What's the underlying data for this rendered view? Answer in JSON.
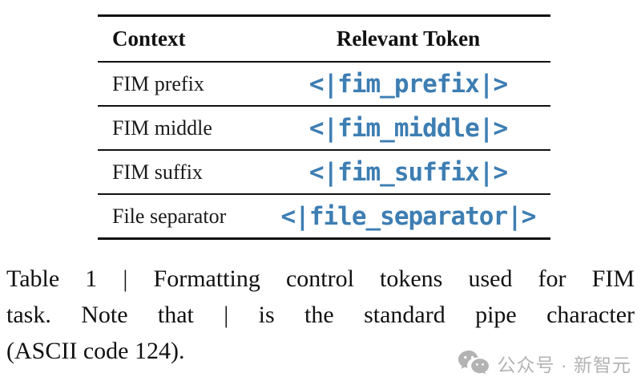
{
  "page": {
    "background": "#ffffff",
    "text_color": "#111111"
  },
  "table": {
    "columns": [
      "Context",
      "Relevant Token"
    ],
    "rows": [
      {
        "context": "FIM prefix",
        "token": "<|fim_prefix|>"
      },
      {
        "context": "FIM middle",
        "token": "<|fim_middle|>"
      },
      {
        "context": "FIM suffix",
        "token": "<|fim_suffix|>"
      },
      {
        "context": "File separator",
        "token": "<|file_separator|>"
      }
    ],
    "token_color": "#3d7eb3",
    "rule_color": "#111111"
  },
  "caption": {
    "lines": [
      "Table 1 | Formatting control tokens used for FIM",
      "task. Note that | is the standard pipe character",
      "(ASCII code 124)."
    ]
  },
  "watermark": {
    "icon": "wechat-icon",
    "text": "公众号 · 新智元",
    "color": "#b3b3b3"
  },
  "chart_data": {
    "type": "table",
    "title": "Table 1 | Formatting control tokens used for FIM task",
    "columns": [
      "Context",
      "Relevant Token"
    ],
    "rows": [
      [
        "FIM prefix",
        "<|fim_prefix|>"
      ],
      [
        "FIM middle",
        "<|fim_middle|>"
      ],
      [
        "FIM suffix",
        "<|fim_suffix|>"
      ],
      [
        "File separator",
        "<|file_separator|>"
      ]
    ]
  }
}
